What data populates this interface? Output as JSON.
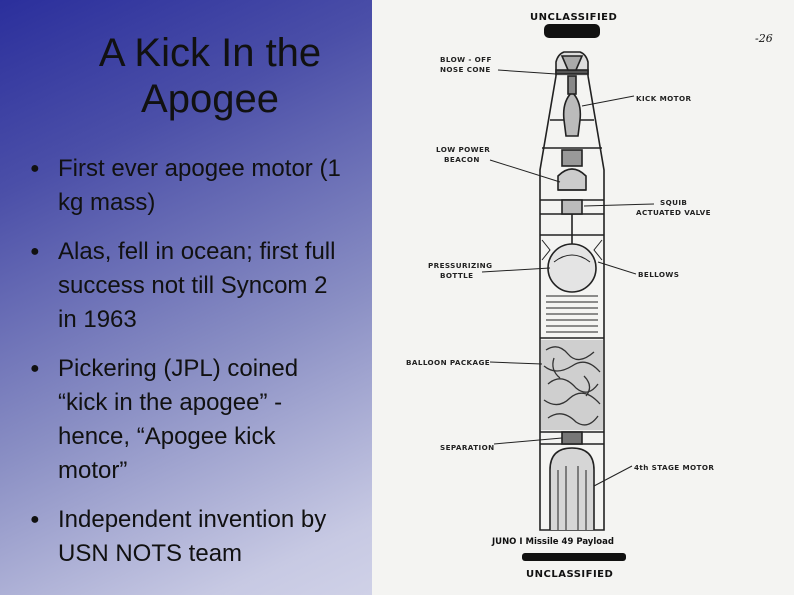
{
  "slide": {
    "title": "A Kick In the Apogee",
    "bullets": [
      "First ever apogee motor (1 kg mass)",
      "Alas, fell in ocean; first full success not till Syncom 2 in 1963",
      "Pickering (JPL) coined “kick in the apogee” - hence, “Apogee kick motor”",
      "Independent invention by USN NOTS team"
    ],
    "bullet_glyph": "●"
  },
  "figure": {
    "stamp_top": "UNCLASSIFIED",
    "stamp_bottom": "UNCLASSIFIED",
    "page_number": "-26",
    "caption": "JUNO I Missile 49 Payload",
    "labels": {
      "blow_off_1": "BLOW - OFF",
      "blow_off_2": "NOSE CONE",
      "kick_motor": "KICK MOTOR",
      "beacon_1": "LOW POWER",
      "beacon_2": "BEACON",
      "squib_1": "SQUIB",
      "squib_2": "ACTUATED VALVE",
      "press_1": "PRESSURIZING",
      "press_2": "BOTTLE",
      "bellows": "BELLOWS",
      "balloon": "BALLOON PACKAGE",
      "separation": "SEPARATION",
      "fourth_stage": "4th STAGE MOTOR"
    }
  }
}
